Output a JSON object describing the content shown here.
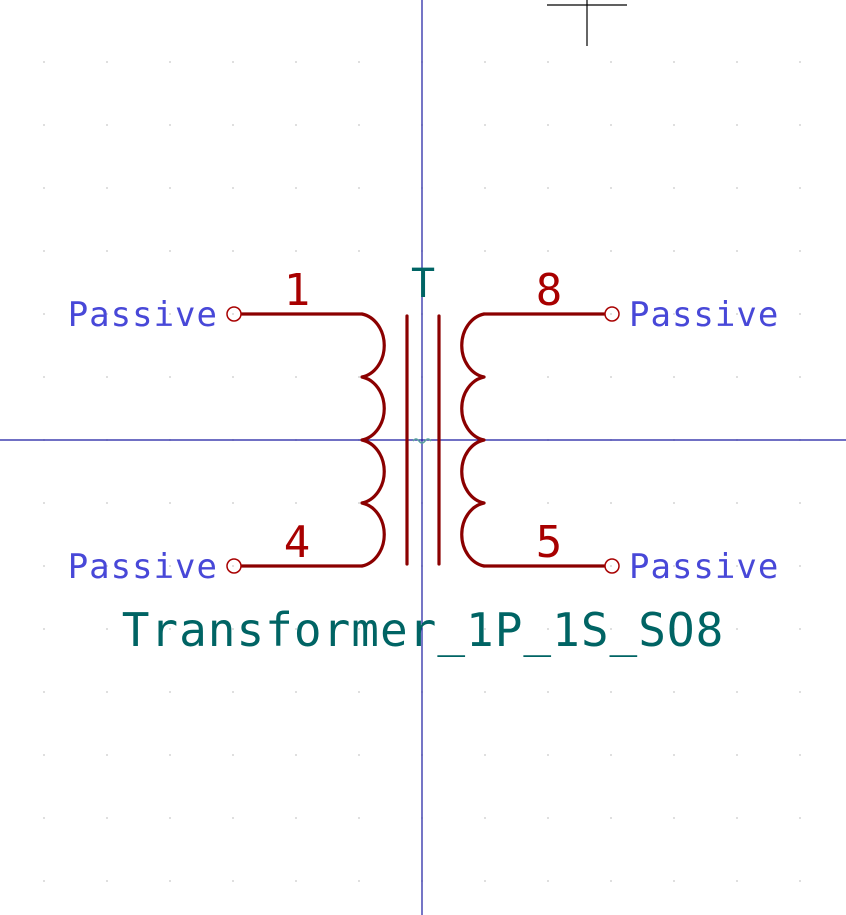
{
  "symbol": {
    "reference": "T",
    "value": "Transformer_1P_1S_SO8"
  },
  "pins": [
    {
      "number": "1",
      "type": "Passive"
    },
    {
      "number": "4",
      "type": "Passive"
    },
    {
      "number": "8",
      "type": "Passive"
    },
    {
      "number": "5",
      "type": "Passive"
    }
  ],
  "colors": {
    "background": "#ffffff",
    "body": "#8b0000",
    "pin_number": "#a80000",
    "pin_type": "#4848d8",
    "field": "#006464",
    "axis": "#1a1aa0",
    "grid": "#c8c8c8",
    "anchor": "#5aa0a0",
    "cursor": "#000000"
  }
}
